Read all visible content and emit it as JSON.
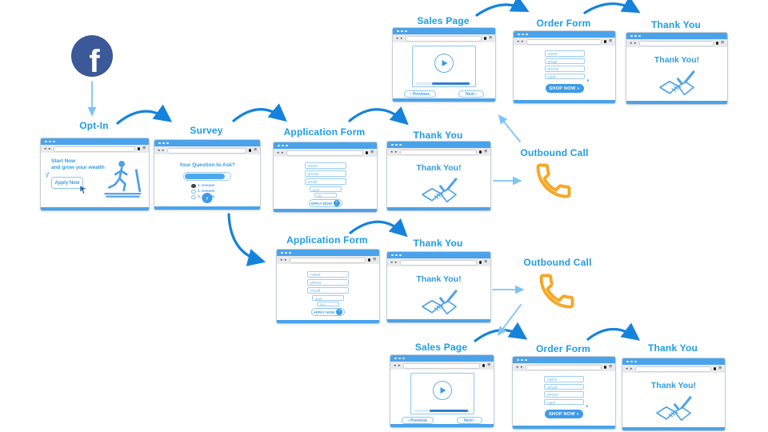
{
  "colors": {
    "accent": "#1E9CE8",
    "window_bar": "#4AA3EA",
    "arrow_dark": "#1583DB",
    "arrow_light": "#7CC4F5",
    "phone_orange": "#F6A723",
    "facebook_navy": "#3B5998"
  },
  "facebook": {
    "letter": "f"
  },
  "chrome": {
    "back": "◂",
    "forward": "▸",
    "menu": "≡"
  },
  "labels": {
    "optin": "Opt-In",
    "survey": "Survey",
    "application": "Application Form",
    "thankyou": "Thank You",
    "sales": "Sales Page",
    "order": "Order Form",
    "outbound": "Outbound Call"
  },
  "optin": {
    "line1": "Start Now",
    "line2": "and grow your wealth",
    "button": "Apply Now"
  },
  "survey": {
    "question": "Your Question to Ask?",
    "options": [
      "1. Answer",
      "2. Answer",
      "3. Answer"
    ],
    "next_icon": "›"
  },
  "application": {
    "fields": [
      "name",
      "phone",
      "email",
      "goal",
      "inv"
    ],
    "button": "APPLY NOW",
    "button_icon": "›"
  },
  "thankyou": {
    "message": "Thank You!"
  },
  "sales": {
    "prev": "‹  Previous",
    "next": "Next  ›"
  },
  "order": {
    "fields": [
      "name",
      "email",
      "phone",
      "card"
    ],
    "button": "SHOP NOW »"
  }
}
